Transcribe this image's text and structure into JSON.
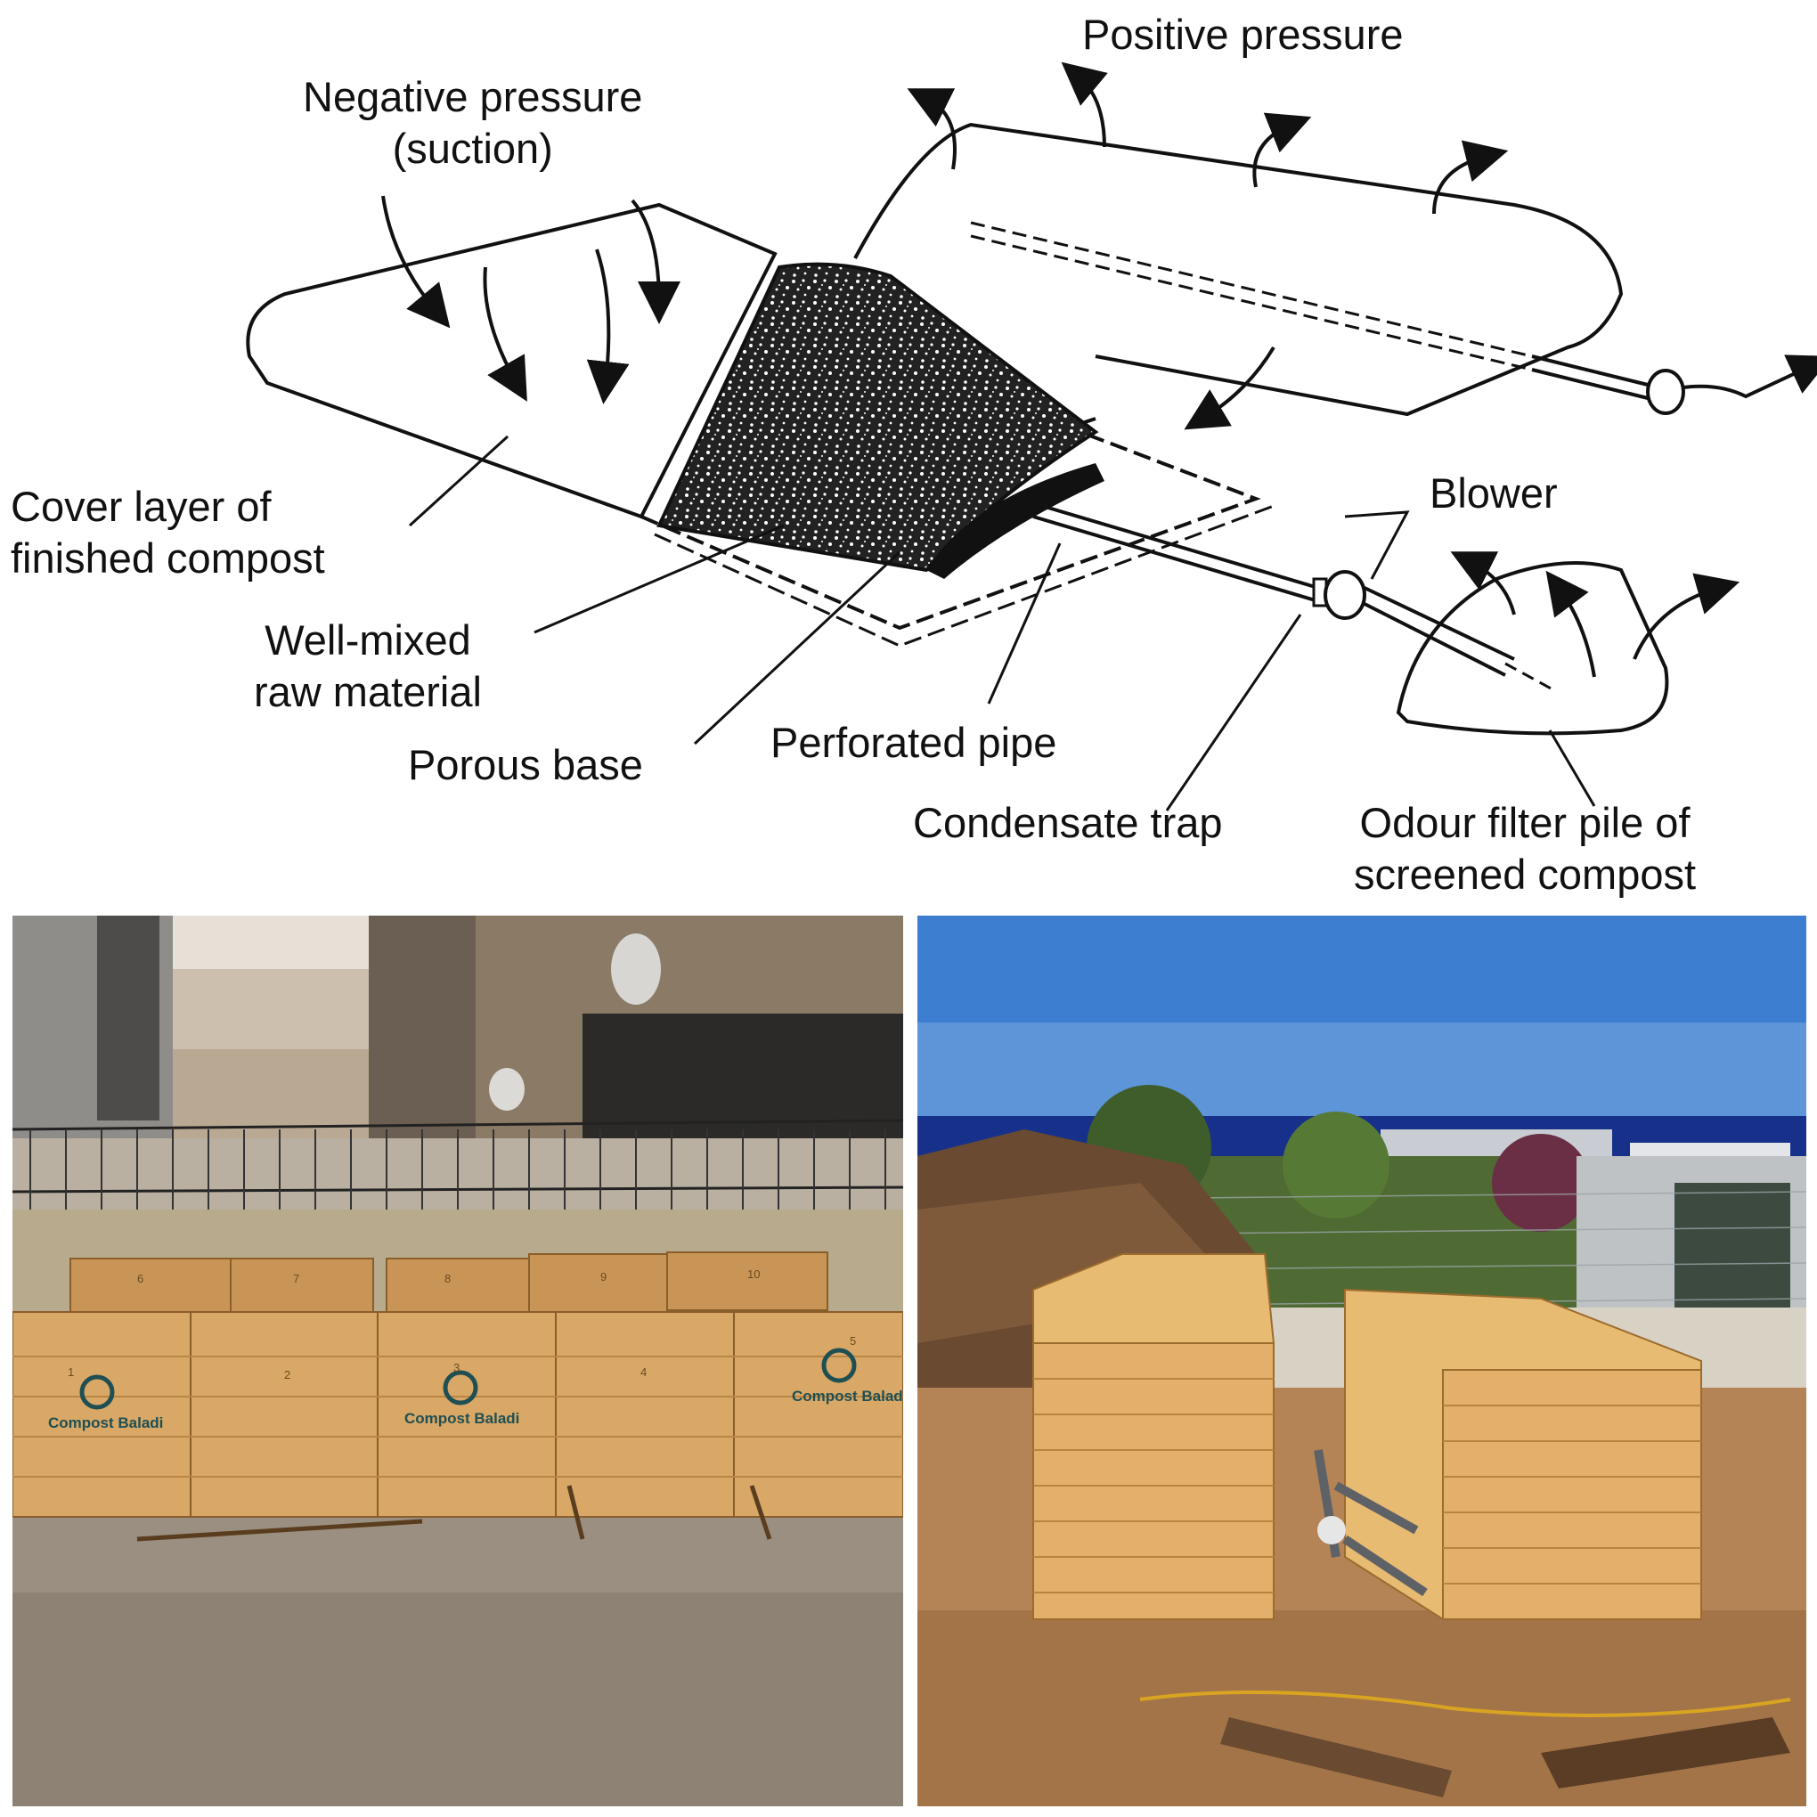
{
  "diagram": {
    "labels": {
      "positive_pressure": "Positive pressure",
      "negative_pressure": "Negative pressure\n(suction)",
      "cover_layer": "Cover layer of\nfinished compost",
      "well_mixed": "Well-mixed\nraw material",
      "porous_base": "Porous base",
      "perforated_pipe": "Perforated pipe",
      "blower": "Blower",
      "condensate_trap": "Condensate trap",
      "odour_filter": "Odour filter pile of\nscreened compost"
    }
  },
  "photo_left": {
    "logo_text": "Compost Baladi",
    "bin_numbers": [
      "1",
      "2",
      "3",
      "4",
      "5",
      "6",
      "7",
      "8",
      "9",
      "10"
    ],
    "colors": {
      "wood": "#d9a866",
      "ground": "#9a8f80",
      "sky": "#e8e2d8"
    }
  },
  "photo_right": {
    "colors": {
      "wood": "#e8bb72",
      "sky": "#3d7ed1",
      "sea": "#17308a",
      "ground": "#b48456"
    }
  }
}
